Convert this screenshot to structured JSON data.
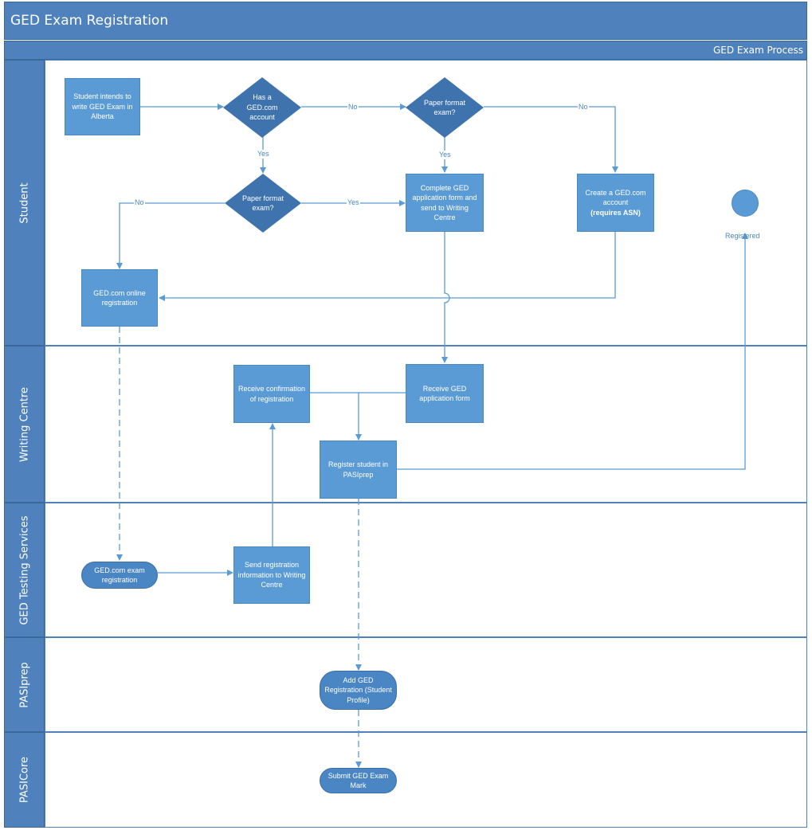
{
  "header": {
    "title": "GED Exam Registration",
    "process_name": "GED Exam Process"
  },
  "lanes": [
    "Student",
    "Writing Centre",
    "GED Testing Services",
    "PASIprep",
    "PASICore"
  ],
  "nodes": {
    "student_intends": "Student intends to write GED Exam in Alberta",
    "has_ged_account": "Has a GED.com account",
    "paper_format_top": "Paper format exam?",
    "paper_format_mid": "Paper format exam?",
    "complete_form": "Complete GED application form and send to Writing Centre",
    "create_account_line1": "Create a GED.com account",
    "create_account_line2": "(requires ASN)",
    "online_registration": "GED.com online registration",
    "receive_confirmation": "Receive confirmation of registration",
    "receive_form": "Receive GED application form",
    "register_student": "Register student in PASIprep",
    "ged_exam_registration": "GED.com exam registration",
    "send_info": "Send registration information to Writing Centre",
    "add_registration": "Add GED Registration (Student Profile)",
    "submit_mark": "Submit GED Exam Mark",
    "registered": "Registered"
  },
  "edge_labels": {
    "no": "No",
    "yes": "Yes"
  },
  "colors": {
    "header": "#4f81bd",
    "shape": "#5b9bd5",
    "diamond": "#3f73ae",
    "pill": "#4a86c4",
    "line": "#5b9bd5"
  }
}
